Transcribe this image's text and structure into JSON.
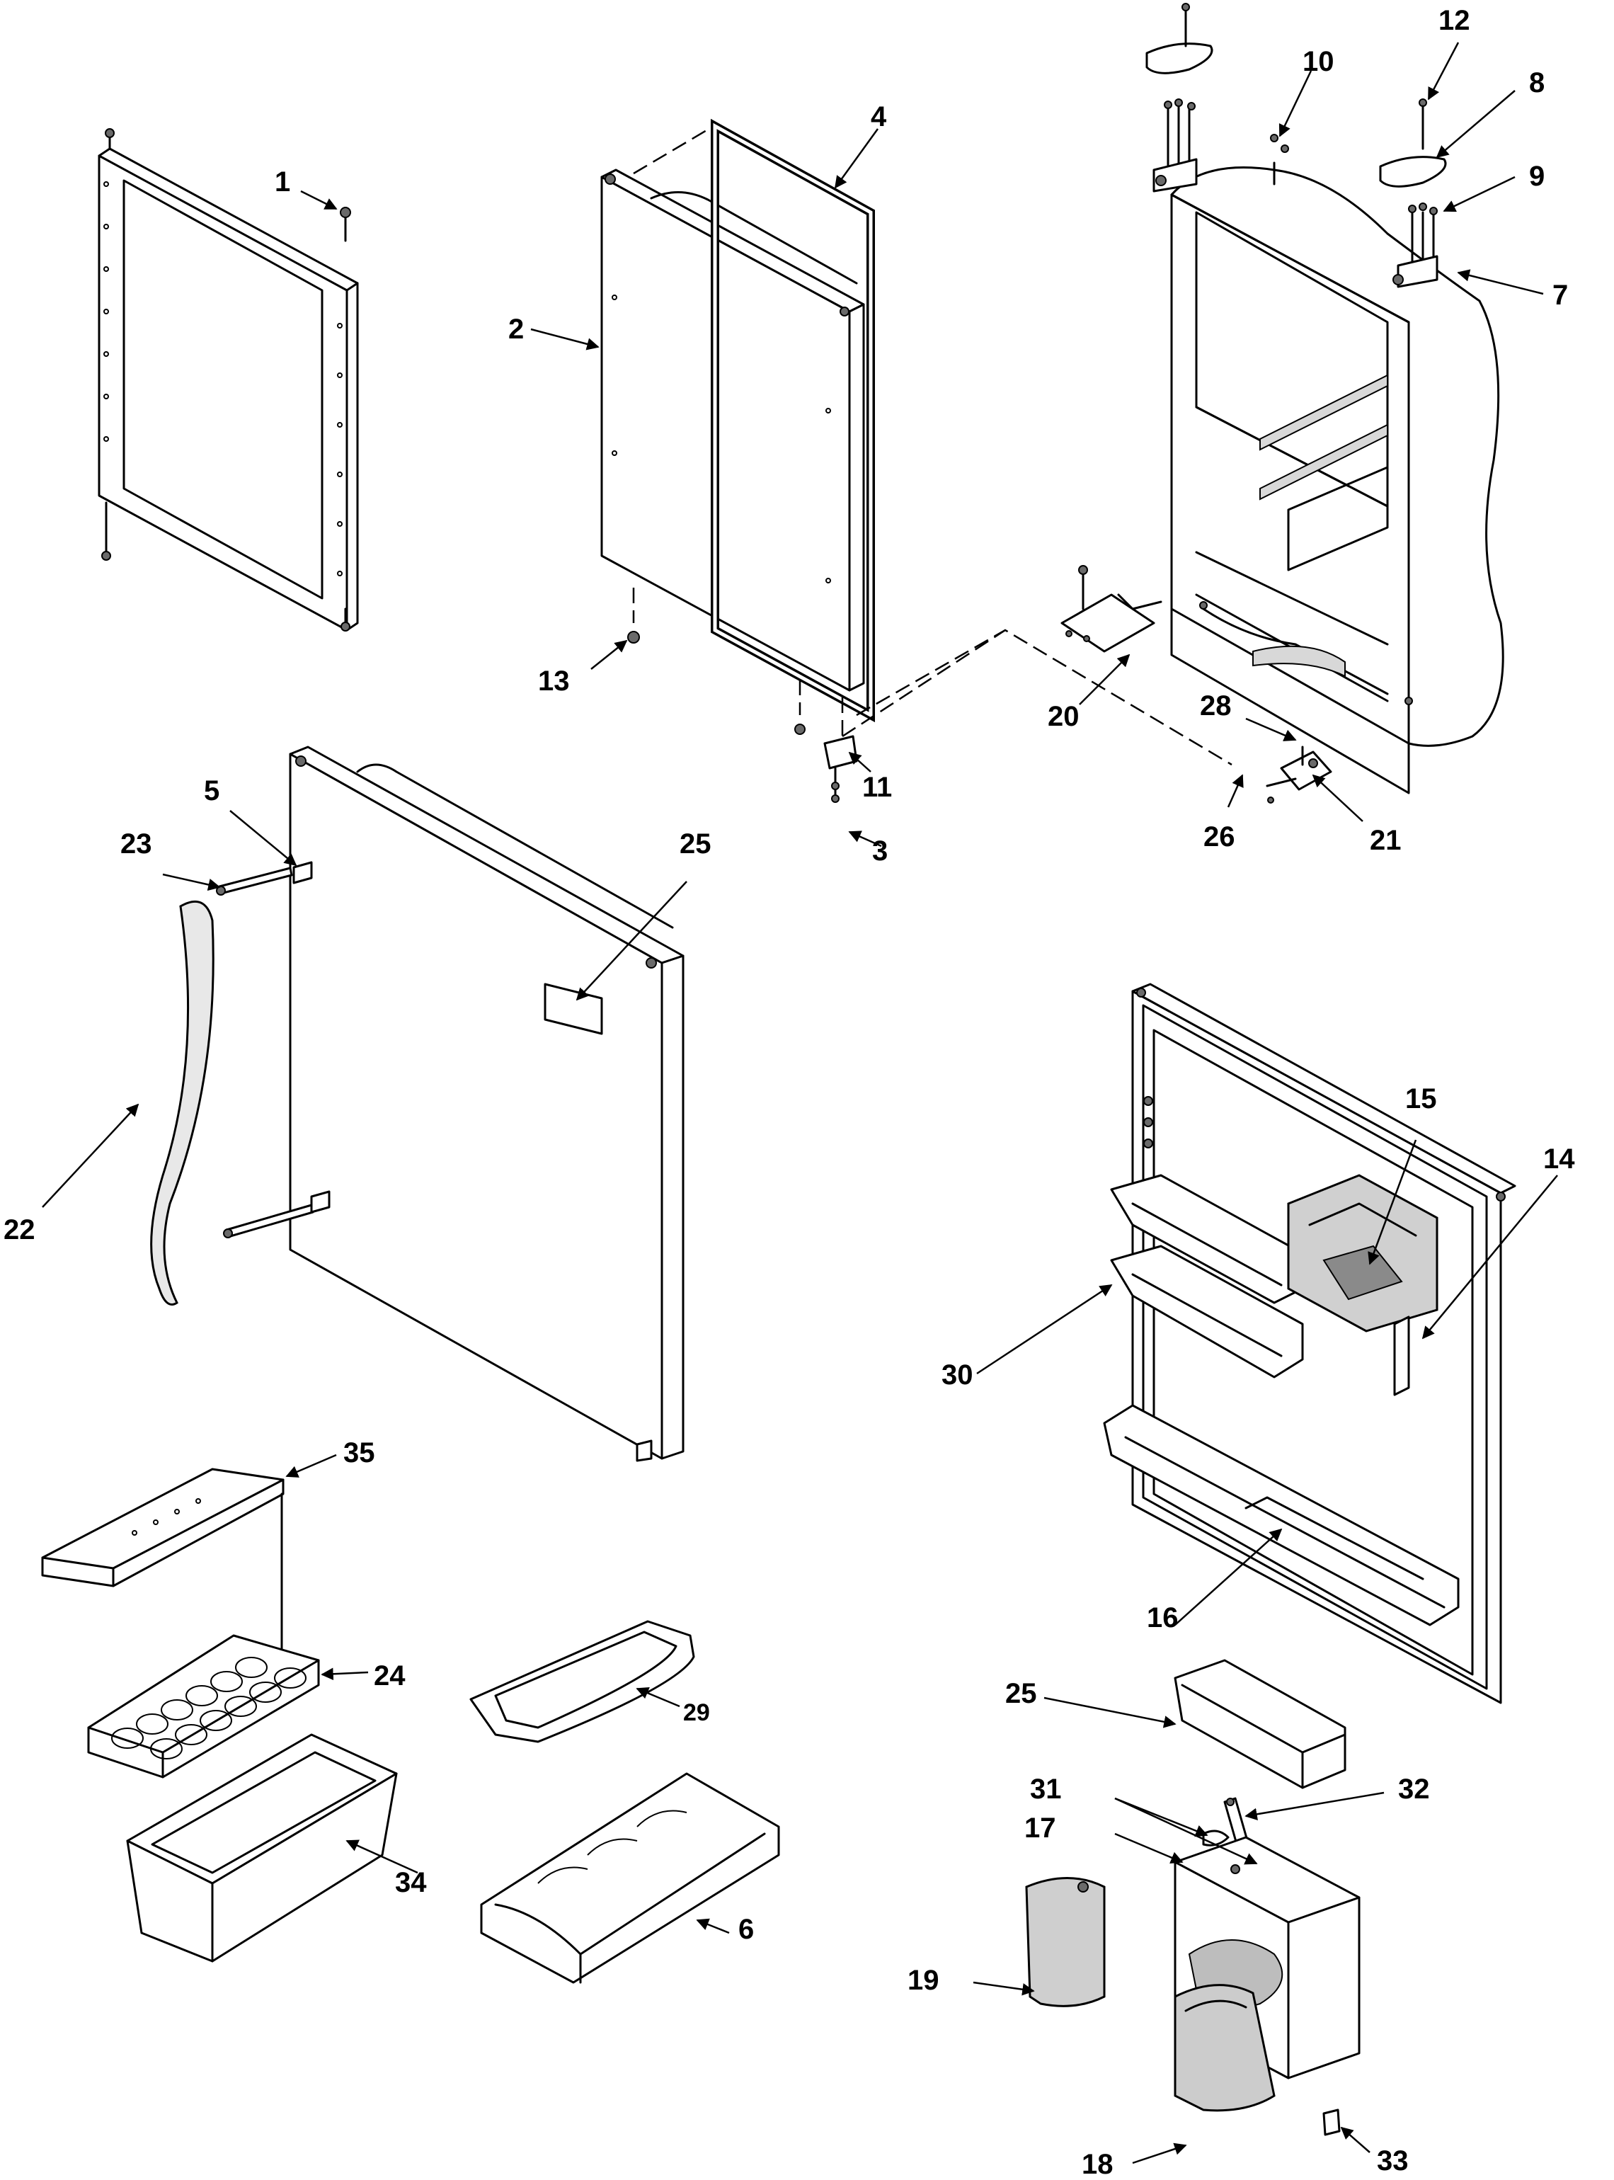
{
  "callouts": {
    "c1": "1",
    "c2": "2",
    "c3": "3",
    "c4": "4",
    "c5": "5",
    "c6": "6",
    "c7": "7",
    "c8": "8",
    "c9": "9",
    "c10": "10",
    "c11": "11",
    "c12": "12",
    "c13": "13",
    "c14": "14",
    "c15": "15",
    "c16": "16",
    "c17": "17",
    "c18": "18",
    "c19": "19",
    "c20": "20",
    "c21": "21",
    "c22": "22",
    "c23": "23",
    "c24": "24",
    "c25a": "25",
    "c25b": "25",
    "c26": "26",
    "c28": "28",
    "c29": "29",
    "c30": "30",
    "c31": "31",
    "c32": "32",
    "c33": "33",
    "c34": "34",
    "c35": "35"
  }
}
